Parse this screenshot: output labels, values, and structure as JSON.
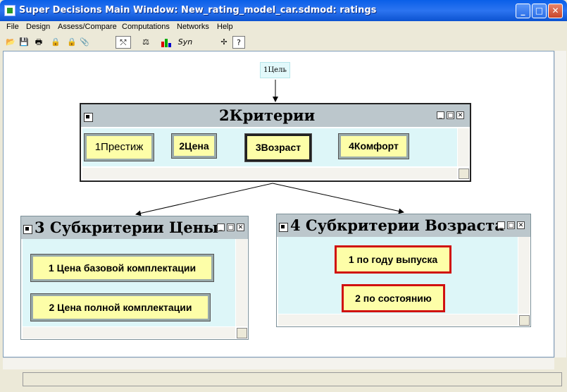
{
  "window": {
    "title": "Super Decisions Main Window: New_rating_model_car.sdmod: ratings",
    "minimize": "_",
    "maximize": "□",
    "close": "✕"
  },
  "menu": {
    "items": [
      "File",
      "Design",
      "Assess/Compare",
      "Computations",
      "Networks",
      "Help"
    ]
  },
  "toolbar": {
    "syn_label": "Syn"
  },
  "goal": {
    "label": "1Цель"
  },
  "clusters": {
    "criteria": {
      "title": "2Критерии",
      "nodes": [
        "1Престиж",
        "2Цена",
        "3Возраст",
        "4Комфорт"
      ]
    },
    "price_sub": {
      "title": "3 Субкритерии Цены",
      "nodes": [
        "1 Цена базовой комплектации",
        "2 Цена полной комплектации"
      ]
    },
    "age_sub": {
      "title": "4 Субкритерии Возраста",
      "nodes": [
        "1 по году выпуска",
        "2 по состоянию"
      ]
    }
  },
  "colors": {
    "titlebar": "#0A5FE8",
    "node_fill": "#FDFEA8",
    "cluster_body": "#DDF6F8",
    "cluster_bar": "#BCC7CC",
    "selected_border_red": "#D01010"
  }
}
